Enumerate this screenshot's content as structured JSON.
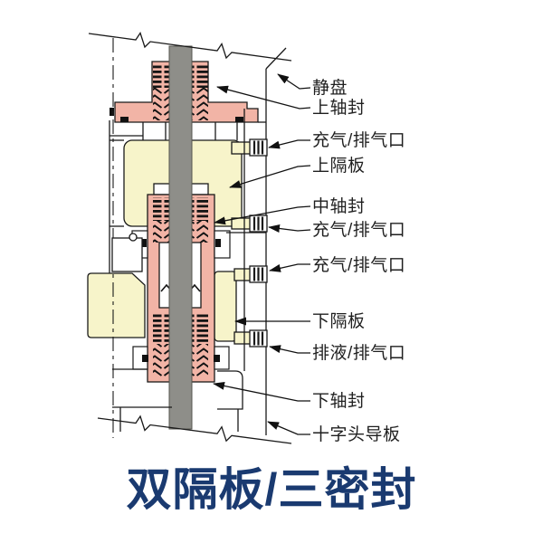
{
  "title": {
    "text": "双隔板/三密封"
  },
  "labels": [
    {
      "id": "static-disc",
      "text": "静盘"
    },
    {
      "id": "upper-shaft-seal",
      "text": "上轴封"
    },
    {
      "id": "inflate-exhaust-port-1",
      "text": "充气/排气口"
    },
    {
      "id": "upper-partition",
      "text": "上隔板"
    },
    {
      "id": "middle-shaft-seal",
      "text": "中轴封"
    },
    {
      "id": "inflate-exhaust-port-2",
      "text": "充气/排气口"
    },
    {
      "id": "inflate-exhaust-port-3",
      "text": "充气/排气口"
    },
    {
      "id": "lower-partition",
      "text": "下隔板"
    },
    {
      "id": "drain-exhaust-port",
      "text": "排液/排气口"
    },
    {
      "id": "lower-shaft-seal",
      "text": "下轴封"
    },
    {
      "id": "crosshead-guide-plate",
      "text": "十字头导板"
    }
  ],
  "colors": {
    "seal_pink": "#f2b4a6",
    "partition_cream": "#f7f4ca",
    "rod_gray": "#8e8e89",
    "outline": "#1a1a1a",
    "title_blue": "#1a3a70"
  }
}
